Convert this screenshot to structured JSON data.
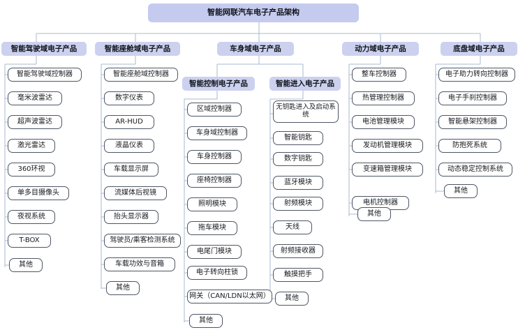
{
  "diagram": {
    "type": "organization-tree",
    "title": "智能网联汽车电子产品架构",
    "colors": {
      "header_fill": "#ccd1ef",
      "root_fill": "#c5cbef",
      "node_border": "#4d5564",
      "node_fill": "#ffffff",
      "connector": "#a9b9d2",
      "text": "#16181d",
      "background": "#ffffff"
    },
    "root": {
      "label": "智能网联汽车电子产品架构"
    },
    "branches": [
      {
        "id": "intelligent-driving",
        "label": "智能驾驶域电子产品",
        "items": [
          "智能驾驶域控制器",
          "毫米波雷达",
          "超声波雷达",
          "激光雷达",
          "360环视",
          "单多目摄像头",
          "夜视系统",
          "T-BOX",
          "其他"
        ]
      },
      {
        "id": "intelligent-cockpit",
        "label": "智能座舱域电子产品",
        "items": [
          "智能座舱域控制器",
          "数字仪表",
          "AR-HUD",
          "液晶仪表",
          "车载显示屏",
          "流媒体后视镜",
          "抬头显示器",
          "驾驶员/乘客检测系统",
          "车载功效与音箱",
          "其他"
        ]
      },
      {
        "id": "body-domain",
        "label": "车身域电子产品",
        "subgroups": [
          {
            "id": "intelligent-control",
            "label": "智能控制电子产品",
            "items": [
              "区域控制器",
              "车身域控制器",
              "车身控制器",
              "座椅控制器",
              "照明模块",
              "拖车模块",
              "电尾门模块",
              "电子转向柱锁",
              "网关（CAN/LDN以太网）",
              "其他"
            ]
          },
          {
            "id": "intelligent-entry",
            "label": "智能进入电子产品",
            "items": [
              "无钥匙进入及启动系统",
              "智能钥匙",
              "数字钥匙",
              "蓝牙模块",
              "射频模块",
              "天线",
              "射频接收器",
              "触摸把手",
              "其他"
            ]
          }
        ]
      },
      {
        "id": "powertrain-domain",
        "label": "动力域电子产品",
        "items": [
          "整车控制器",
          "热管理控制器",
          "电池管理模块",
          "发动机管理模块",
          "变速箱管理模块",
          "电机控制器",
          "其他"
        ]
      },
      {
        "id": "chassis-domain",
        "label": "底盘域电子产品",
        "items": [
          "电子助力转向控制器",
          "电子手刹控制器",
          "智能悬架控制器",
          "防抱死系统",
          "动态稳定控制系统",
          "其他"
        ]
      }
    ]
  }
}
